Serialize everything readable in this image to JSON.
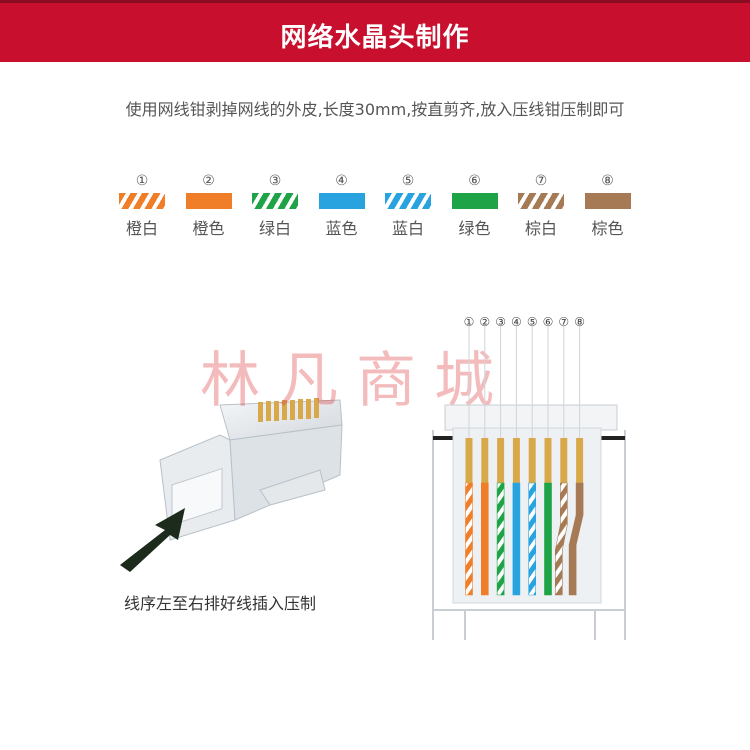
{
  "banner": {
    "title": "网络水晶头制作"
  },
  "instruction": "使用网线钳剥掉网线的外皮,长度30mm,按直剪齐,放入压线钳压制即可",
  "wires": [
    {
      "num": "①",
      "label": "橙白",
      "color": "#f07d28",
      "striped": true
    },
    {
      "num": "②",
      "label": "橙色",
      "color": "#f07d28",
      "striped": false
    },
    {
      "num": "③",
      "label": "绿白",
      "color": "#1fa347",
      "striped": true
    },
    {
      "num": "④",
      "label": "蓝色",
      "color": "#29a3e0",
      "striped": false
    },
    {
      "num": "⑤",
      "label": "蓝白",
      "color": "#29a3e0",
      "striped": true
    },
    {
      "num": "⑥",
      "label": "绿色",
      "color": "#1fa347",
      "striped": false
    },
    {
      "num": "⑦",
      "label": "棕白",
      "color": "#a57a55",
      "striped": true
    },
    {
      "num": "⑧",
      "label": "棕色",
      "color": "#a57a55",
      "striped": false
    }
  ],
  "watermark": "林凡商城",
  "caption": "线序左至右排好线插入压制",
  "colors": {
    "banner": "#c8102e",
    "pin": "#d8a94a",
    "arrow": "#1c2b1c"
  }
}
